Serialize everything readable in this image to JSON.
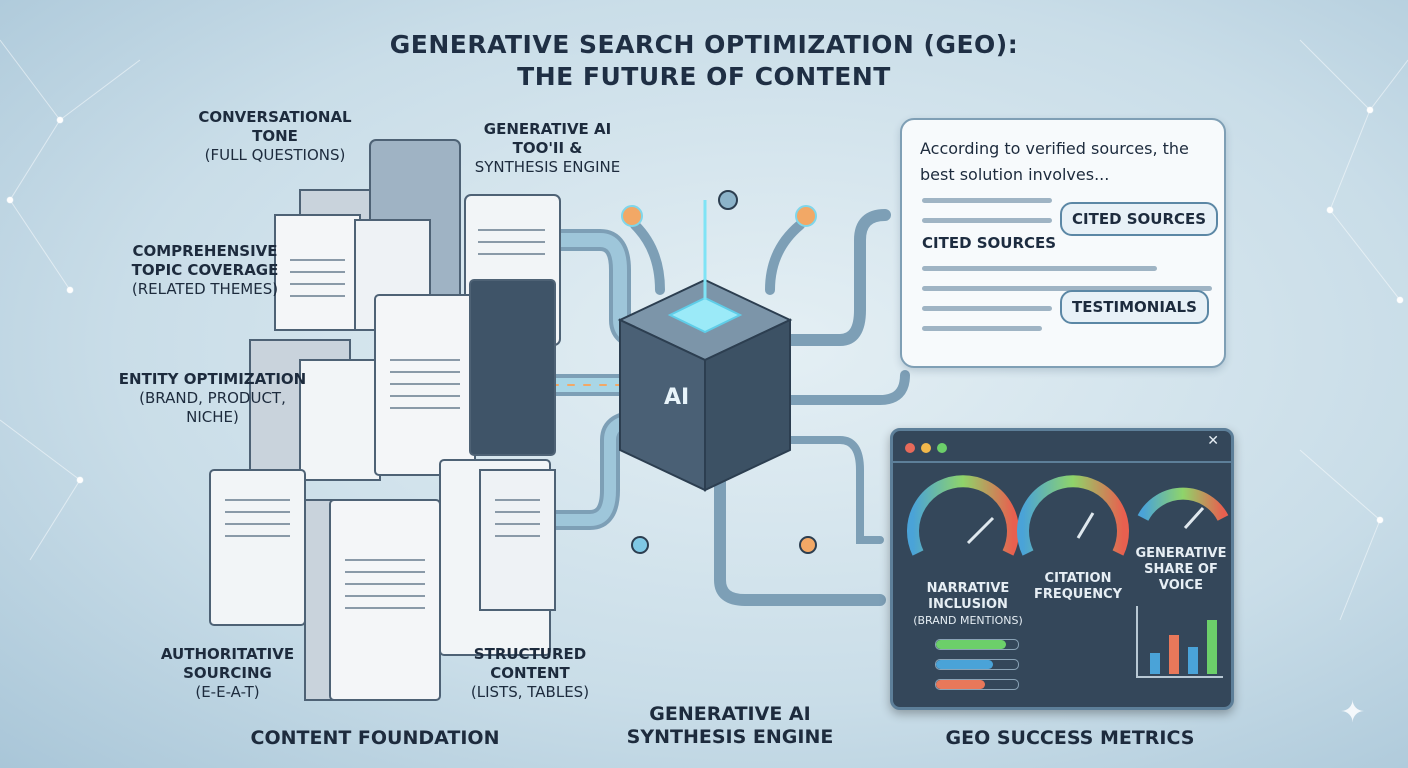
{
  "title": {
    "line1": "GENERATIVE SEARCH OPTIMIZATION (GEO):",
    "line2": "THE FUTURE OF CONTENT"
  },
  "labels": {
    "conversational": {
      "main": "CONVERSATIONAL TONE",
      "sub": "(FULL QUESTIONS)"
    },
    "comprehensive": {
      "main": "COMPREHENSIVE TOPIC COVERAGE",
      "sub": "(RELATED THEMES)"
    },
    "entity": {
      "main": "ENTITY OPTIMIZATION",
      "sub": "(BRAND, PRODUCT, NICHE)"
    },
    "authoritative": {
      "main": "AUTHORITATIVE SOURCING",
      "sub": "(E-E-A-T)"
    },
    "structured": {
      "main": "STRUCTURED CONTENT",
      "sub": "(LISTS, TABLES)"
    },
    "tool": {
      "main": "GENERATIVE AI TOO'II &",
      "sub": "SYNTHESIS ENGINE"
    }
  },
  "engine": {
    "cube_label": "AI"
  },
  "bubble": {
    "text": "According to verified sources, the best solution involves...",
    "pill1": "CITED SOURCES",
    "inline_label": "CITED SOURCES",
    "pill2": "TESTIMONIALS"
  },
  "dashboard": {
    "close": "✕",
    "metric1": {
      "main": "NARRATIVE INCLUSION",
      "sub": "(BRAND MENTIONS)"
    },
    "metric2": "CITATION FREQUENCY",
    "metric3": "GENERATIVE SHARE OF VOICE",
    "progress": [
      0.85,
      0.7,
      0.6
    ],
    "chart_bars": [
      0.35,
      0.65,
      0.45,
      0.9
    ]
  },
  "sections": {
    "foundation": "CONTENT FOUNDATION",
    "engine": "GENERATIVE AI SYNTHESIS ENGINE",
    "metrics": "GEO SUCCESS METRICS"
  },
  "colors": {
    "navy": "#1d2b3d",
    "pipe": "#8fb3c9",
    "glow": "#7fe3f5",
    "dash": "#34475a"
  }
}
